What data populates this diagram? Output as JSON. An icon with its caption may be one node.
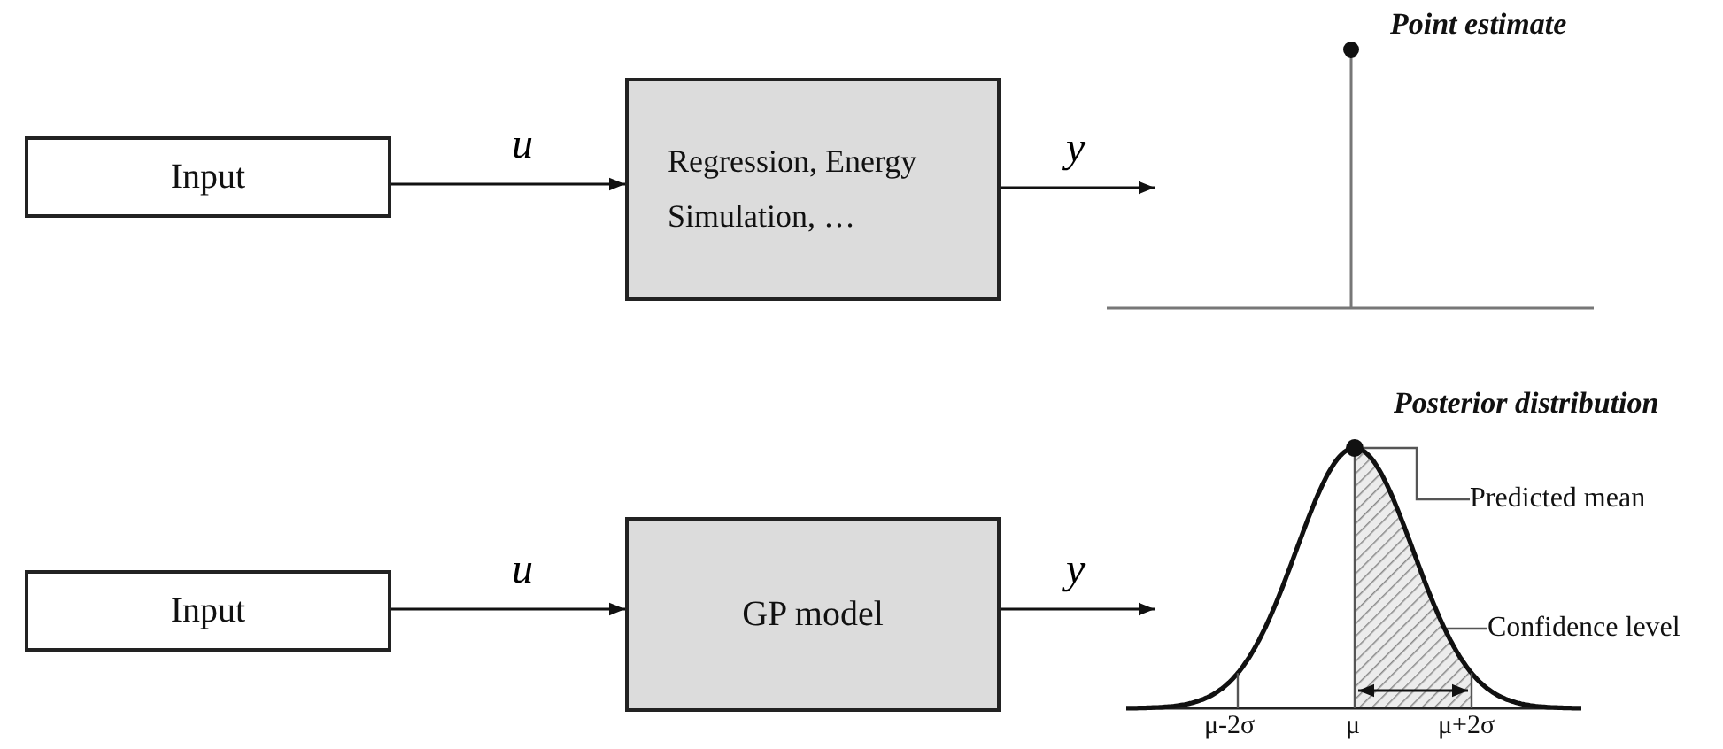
{
  "diagram": {
    "nodes": [
      {
        "text": [
          "Input"
        ]
      },
      {
        "text": [
          "Regression, Energy Simulation, …"
        ]
      },
      {
        "text": [
          "Input"
        ]
      },
      {
        "text": [
          "GP model"
        ]
      },
      {
        "text": [
          "Predicted mean"
        ]
      },
      {
        "text": [],
        "shape": "circle"
      },
      {
        "text": [
          "Confidence level"
        ]
      }
    ],
    "edges": [
      {
        "from": 0,
        "to": 1,
        "arrow": "to",
        "label": "u"
      },
      {
        "from": 1,
        "to": null,
        "arrow": "to",
        "label": "y"
      },
      {
        "from": 2,
        "to": 3,
        "arrow": "to",
        "label": "u"
      },
      {
        "from": 3,
        "to": null,
        "arrow": "to",
        "label": "y"
      },
      {
        "from": 4,
        "to": 5,
        "arrow": "none"
      },
      {
        "from": 6,
        "to": null,
        "arrow": "none"
      }
    ],
    "labels": [
      "Point estimate",
      "Posterior distribution",
      "μ-2σ",
      "μ",
      "μ+2σ"
    ]
  }
}
